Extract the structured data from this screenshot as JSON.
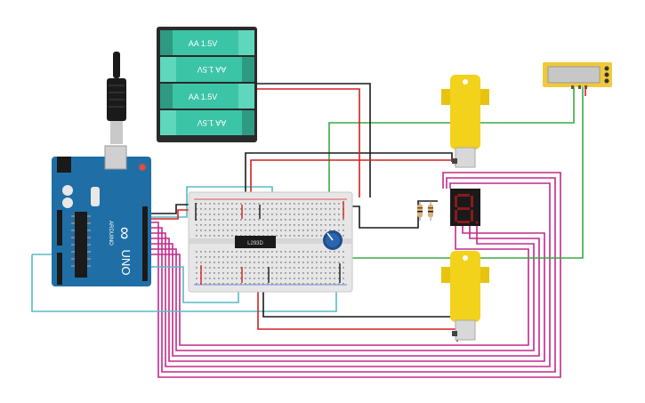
{
  "battery": {
    "cells": [
      "AA 1.5V",
      "AA 1.5V",
      "AA 1.5V",
      "AA 1.5V"
    ]
  },
  "arduino": {
    "logo": "ARDUINO",
    "model": "UNO",
    "brand": "∞"
  },
  "breadboard": {
    "chip_label": "L293D"
  },
  "colors": {
    "wire_magenta": "#c2298a",
    "wire_black": "#1a1a1a",
    "wire_red": "#d42020",
    "wire_green": "#3aa845",
    "wire_cyan": "#5bb8c8",
    "motor_yellow": "#f2d21b",
    "arduino_blue": "#1f6fa6",
    "battery_teal": "#3cc4a6",
    "battery_case": "#2a2a2a"
  },
  "icons": {
    "usb": "usb-cable-icon",
    "pot": "potentiometer-icon",
    "display": "seven-segment-display-icon"
  }
}
